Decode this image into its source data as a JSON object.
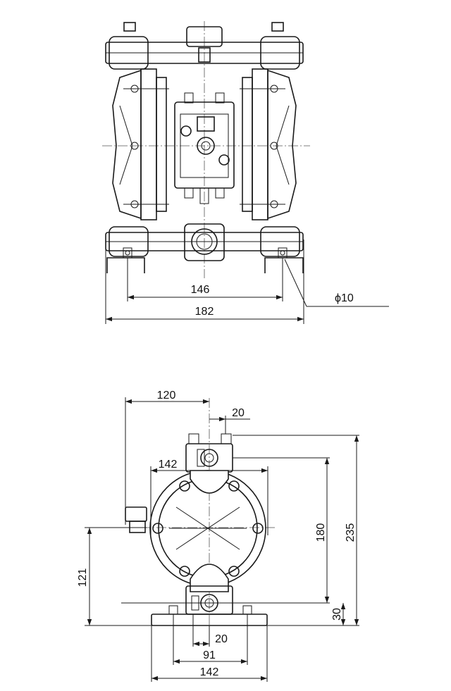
{
  "top_view": {
    "dim_bolt_spacing": "146",
    "dim_overall_width": "182",
    "dim_hole_diameter": "ϕ10"
  },
  "front_view": {
    "dim_air_inlet_offset": "120",
    "dim_top_port_offset": "20",
    "dim_body_width": "142",
    "dim_inlet_port_height": "180",
    "dim_overall_height": "235",
    "dim_air_inlet_height": "121",
    "dim_base_thickness": "30",
    "dim_bottom_port_offset": "20",
    "dim_base_bolt_spacing": "91",
    "dim_base_width": "142"
  }
}
